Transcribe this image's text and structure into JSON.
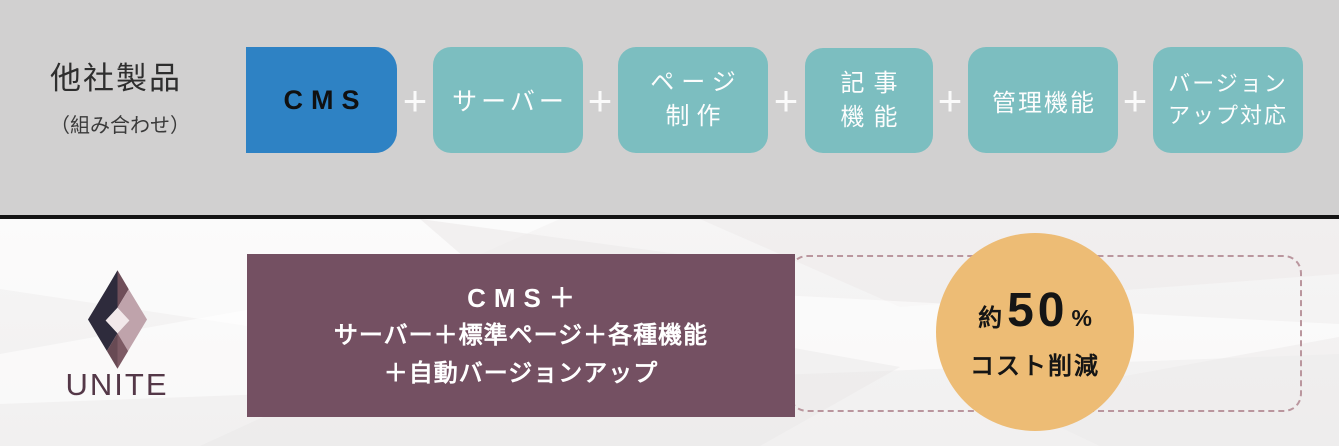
{
  "top_section": {
    "label_main": "他社製品",
    "label_sub": "（組み合わせ）",
    "plus_sign": "+",
    "boxes": [
      {
        "line1": "CMS",
        "line2": ""
      },
      {
        "line1": "サーバー",
        "line2": ""
      },
      {
        "line1": "ページ",
        "line2": "制作"
      },
      {
        "line1": "記事",
        "line2": "機能"
      },
      {
        "line1": "管理機能",
        "line2": ""
      },
      {
        "line1": "バージョン",
        "line2": "アップ対応"
      }
    ]
  },
  "bottom_section": {
    "logo_text": "UNITE",
    "bundle_line1": "CMS＋",
    "bundle_line2": "サーバー＋標準ページ＋各種機能",
    "bundle_line3": "＋自動バージョンアップ",
    "badge_prefix": "約",
    "badge_value": "50",
    "badge_unit": "%",
    "badge_label": "コスト削減"
  },
  "colors": {
    "top_background": "#d1d0d0",
    "cms_blue": "#2e82c4",
    "teal": "#7cbec0",
    "bundle_maroon": "#745062",
    "dashed_border": "#ba969e",
    "badge_yellow": "#edbc75",
    "logo_navy": "#2e2b3c",
    "logo_pink": "#bfa3ab",
    "divider_black": "#141414"
  }
}
